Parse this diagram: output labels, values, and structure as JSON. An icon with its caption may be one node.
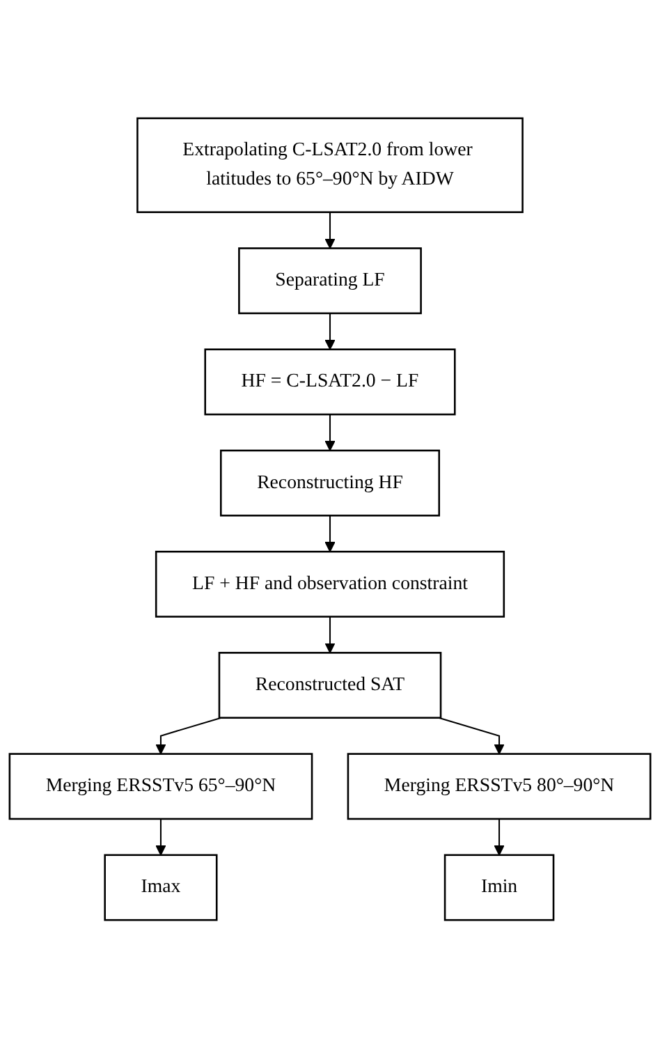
{
  "diagram": {
    "nodes": [
      {
        "text": [
          "Extrapolating C-LSAT2.0 from lower latitudes to 65°–90°N by AIDW"
        ]
      },
      {
        "text": [
          "Separating LF"
        ]
      },
      {
        "text": [
          "HF = C-LSAT2.0 − LF"
        ]
      },
      {
        "text": [
          "Reconstructing HF"
        ]
      },
      {
        "text": [
          "LF + HF and observation constraint"
        ]
      },
      {
        "text": [
          "Reconstructed SAT"
        ]
      },
      {
        "text": [
          "Merging ERSSTv5 65°–90°N"
        ]
      },
      {
        "text": [
          "Merging ERSSTv5 80°–90°N"
        ]
      },
      {
        "text": [
          "Imax"
        ]
      },
      {
        "text": [
          "Imin"
        ]
      }
    ],
    "edges": [
      {
        "from": 0,
        "to": 1,
        "arrow": "to"
      },
      {
        "from": 1,
        "to": 2,
        "arrow": "to"
      },
      {
        "from": 2,
        "to": 3,
        "arrow": "to"
      },
      {
        "from": 3,
        "to": 4,
        "arrow": "to"
      },
      {
        "from": 4,
        "to": 5,
        "arrow": "to"
      },
      {
        "from": 5,
        "to": 6,
        "arrow": "to"
      },
      {
        "from": 5,
        "to": 7,
        "arrow": "to"
      },
      {
        "from": 6,
        "to": 8,
        "arrow": "to"
      },
      {
        "from": 7,
        "to": 9,
        "arrow": "to"
      }
    ]
  }
}
